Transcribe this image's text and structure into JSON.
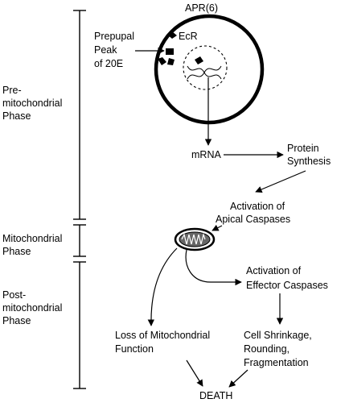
{
  "phases": {
    "pre": [
      "Pre-",
      "mitochondrial",
      "Phase"
    ],
    "mito": [
      "Mitochondrial",
      "Phase"
    ],
    "post": [
      "Post-",
      "mitochondrial",
      "Phase"
    ]
  },
  "cell": {
    "title": "APR(6)",
    "receptor": "EcR",
    "hormone": [
      "Prepupal",
      "Peak",
      "of 20E"
    ]
  },
  "nodes": {
    "mrna": "mRNA",
    "protein": [
      "Protein",
      "Synthesis"
    ],
    "apical": [
      "Activation of",
      "Apical Caspases"
    ],
    "effector": [
      "Activation of",
      "Effector Caspases"
    ],
    "loss": [
      "Loss of Mitochondrial",
      "Function"
    ],
    "shrink": [
      "Cell Shrinkage,",
      "Rounding,",
      "Fragmentation"
    ],
    "death": "DEATH"
  }
}
